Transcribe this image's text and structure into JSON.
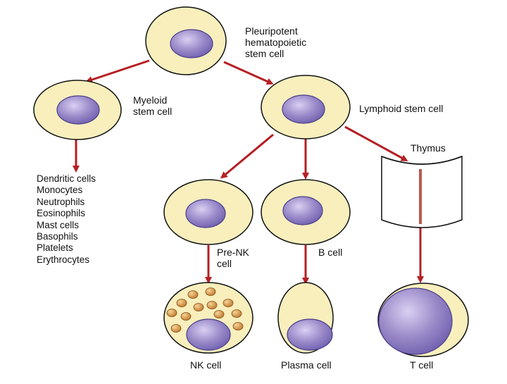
{
  "labels": {
    "stem": [
      "Pleuripotent",
      "hematopoietic",
      "stem cell"
    ],
    "myeloid": [
      "Myeloid",
      "stem cell"
    ],
    "lymphoid": "Lymphoid stem cell",
    "thymus": "Thymus",
    "pre_nk": [
      "Pre-NK",
      "cell"
    ],
    "b_cell": "B cell",
    "nk_cell": "NK cell",
    "plasma_cell": "Plasma cell",
    "t_cell": "T cell"
  },
  "myeloid_products": [
    "Dendritic cells",
    "Monocytes",
    "Neutrophils",
    "Eosinophils",
    "Mast cells",
    "Basophils",
    "Platelets",
    "Erythrocytes"
  ],
  "colors": {
    "cytoplasm": "#f8efbd",
    "cytoplasm_outline": "#111111",
    "nucleus": "#9b8bc9",
    "nucleus_outline": "#4a3f8c",
    "arrow": "#b51f24",
    "granule": "#c88a3e",
    "thymus_line": "#b85a4c"
  },
  "icons": {
    "thymus": "thymus-cylinder-icon"
  }
}
